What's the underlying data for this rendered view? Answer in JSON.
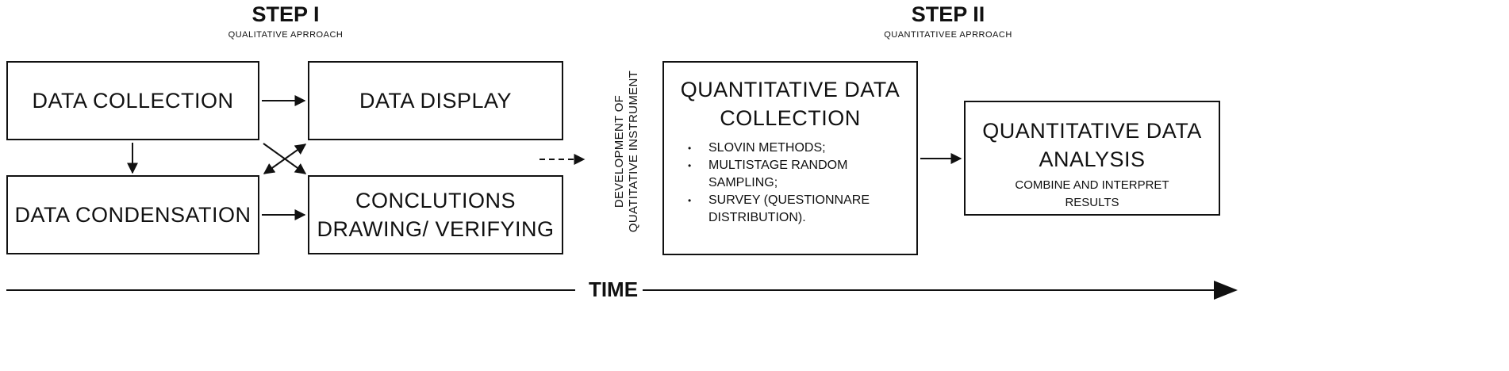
{
  "step1": {
    "title": "STEP I",
    "subtitle": "QUALITATIVE APRROACH"
  },
  "step2": {
    "title": "STEP II",
    "subtitle": "QUANTITATIVEE APRROACH"
  },
  "boxes": {
    "data_collection": "DATA COLLECTION",
    "data_display": "DATA DISPLAY",
    "data_condensation": "DATA CONDENSATION",
    "conclusions_line1": "CONCLUTIONS",
    "conclusions_line2": "DRAWING/ VERIFYING",
    "quant_collection_line1": "QUANTITATIVE DATA",
    "quant_collection_line2": "COLLECTION",
    "quant_collection_bullets": [
      "SLOVIN METHODS;",
      "MULTISTAGE RANDOM SAMPLING;",
      "SURVEY (QUESTIONNARE DISTRIBUTION)."
    ],
    "quant_analysis_line1": "QUANTITATIVE DATA",
    "quant_analysis_line2": "ANALYSIS",
    "quant_analysis_sub_line1": "COMBINE AND INTERPRET",
    "quant_analysis_sub_line2": "RESULTS"
  },
  "development": {
    "line1": "DEVELOPMENT OF",
    "line2": "QUATITATIVE INSTRUMENT"
  },
  "timeline": {
    "label": "TIME"
  }
}
